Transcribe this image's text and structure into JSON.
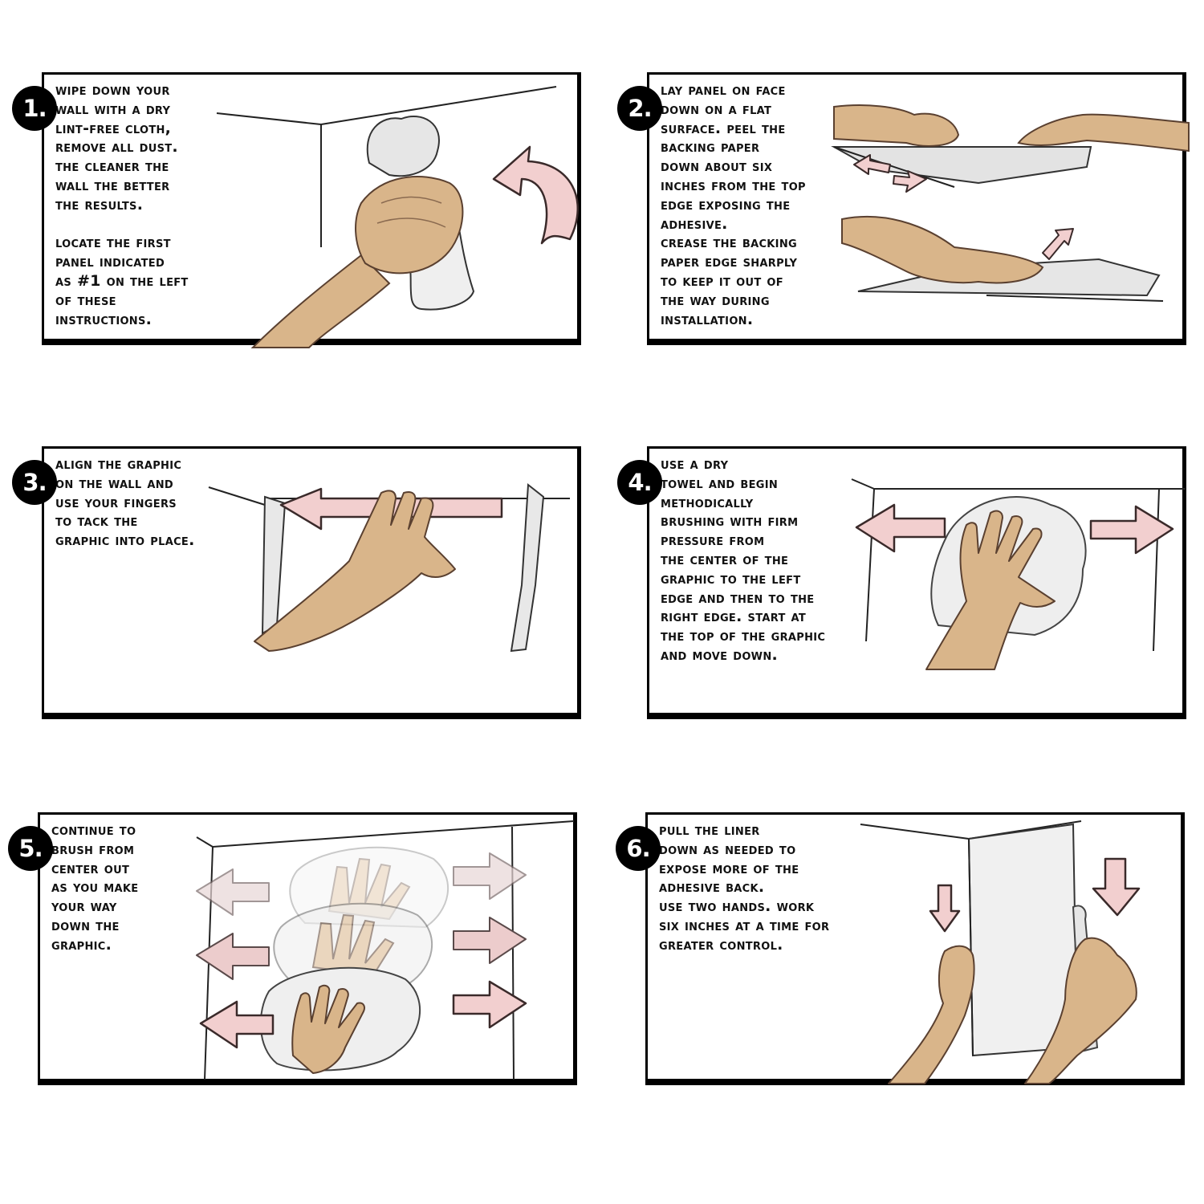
{
  "steps": [
    {
      "number": "1.",
      "lines": [
        "Wipe down your",
        "wall with a dry",
        "lint-free cloth,",
        "remove all dust.",
        "The cleaner the",
        "wall the better",
        "the results.",
        "",
        "Locate the first",
        "panel indicated",
        "as #1 on the left",
        "of these",
        "instructions."
      ]
    },
    {
      "number": "2.",
      "lines": [
        "Lay panel on face",
        "down on a flat",
        "surface. Peel the",
        "backing paper",
        "down about six",
        "inches from the top",
        "edge exposing the",
        "adhesive.",
        "Crease the backing",
        "paper edge sharply",
        "to keep it out of",
        "the way during",
        "installation."
      ]
    },
    {
      "number": "3.",
      "lines": [
        "Align the graphic",
        "on the wall and",
        "use your fingers",
        "to tack the",
        "graphic into place."
      ]
    },
    {
      "number": "4.",
      "lines": [
        "Use a dry",
        "towel and begin",
        "methodically",
        "brushing with firm",
        "pressure from",
        "the center of the",
        "graphic to the left",
        "edge and then to the",
        "right edge. Start at",
        "the top of the graphic",
        "and move down."
      ]
    },
    {
      "number": "5.",
      "lines": [
        "Continue to",
        "brush from",
        "center out",
        "as you make",
        "your way",
        "down the",
        "graphic."
      ]
    },
    {
      "number": "6.",
      "lines": [
        "Pull the liner",
        "down as needed to",
        "expose more of the",
        "adhesive back.",
        "Use two hands. Work",
        "six inches at a time for",
        "greater control."
      ]
    }
  ],
  "colors": {
    "arrow_fill": "#f2cfcf",
    "arrow_stroke": "#3a2a2a",
    "skin": "#d9b58a",
    "skin_shade": "#b89069",
    "cloth": "#eeeeee"
  },
  "icons": [
    "cloth-wiping-hand-icon",
    "peeling-backing-hands-icon",
    "tacking-hand-icon",
    "towel-brushing-hand-icon",
    "repeated-brushing-hands-icon",
    "pulling-liner-hands-icon"
  ]
}
